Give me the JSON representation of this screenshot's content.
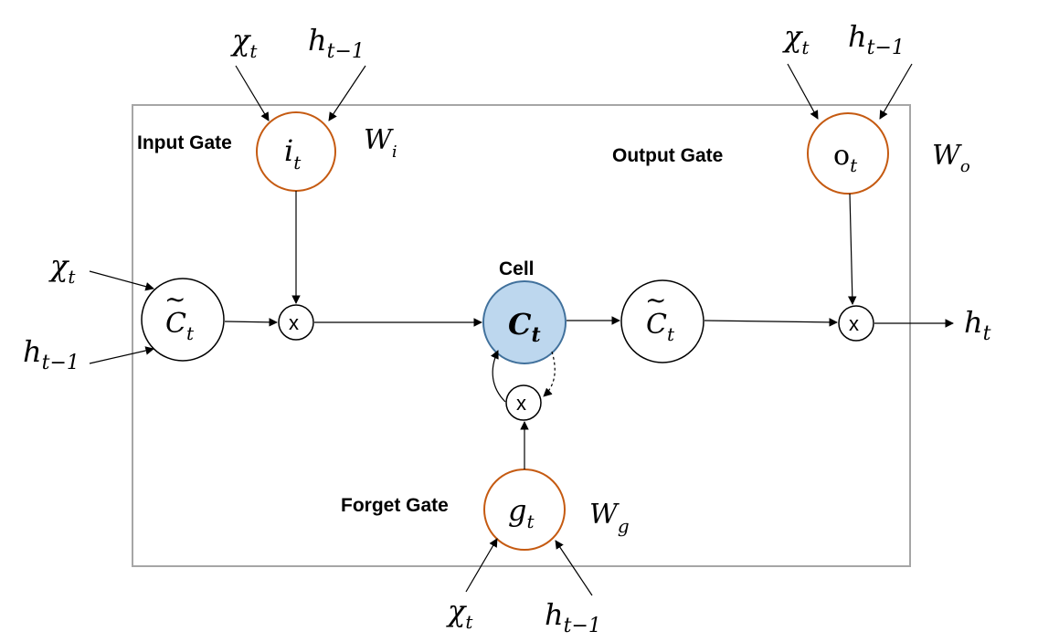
{
  "colors": {
    "gate_border": "#c55a11",
    "cell_fill": "#bdd7ee",
    "cell_border": "#41719c",
    "box_border": "#a6a6a6"
  },
  "labels": {
    "input_gate": "Input Gate",
    "output_gate": "Output Gate",
    "forget_gate": "Forget Gate",
    "cell": "Cell"
  },
  "symbols": {
    "x_t_base": "χ",
    "x_t_sub": "t",
    "h_prev_base": "h",
    "h_prev_sub": "t−1",
    "i_base": "i",
    "i_sub": "t",
    "o_base": "o",
    "o_sub": "t",
    "g_base": "g",
    "g_sub": "t",
    "c_tilde_base": "C",
    "c_tilde_mark": "~",
    "c_tilde_sub": "t",
    "c_base": "C",
    "c_sub": "t",
    "w_i_base": "W",
    "w_i_sub": "i",
    "w_o_base": "W",
    "w_o_sub": "o",
    "w_g_base": "W",
    "w_g_sub": "g",
    "h_out_base": "h",
    "h_out_sub": "t",
    "multiply": "x"
  }
}
